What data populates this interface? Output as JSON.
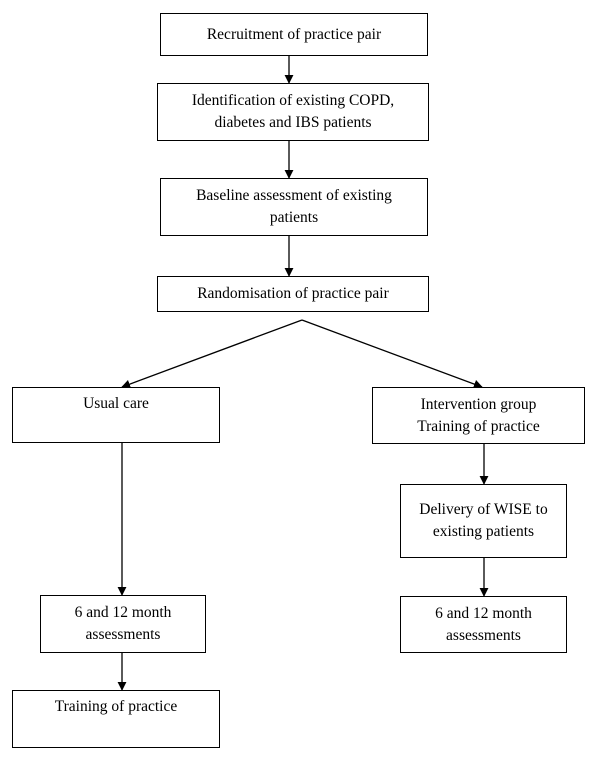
{
  "flowchart": {
    "recruitment": "Recruitment of practice pair",
    "identification": "Identification of existing COPD,\ndiabetes and IBS patients",
    "baseline": "Baseline assessment of existing\npatients",
    "randomisation": "Randomisation of practice pair",
    "usual_care": "Usual care",
    "intervention": "Intervention group\nTraining of practice",
    "delivery": "Delivery of WISE to\nexisting patients",
    "assess_left": "6 and 12 month\nassessments",
    "assess_right": "6 and 12 month\nassessments",
    "training_final": "Training of practice"
  }
}
